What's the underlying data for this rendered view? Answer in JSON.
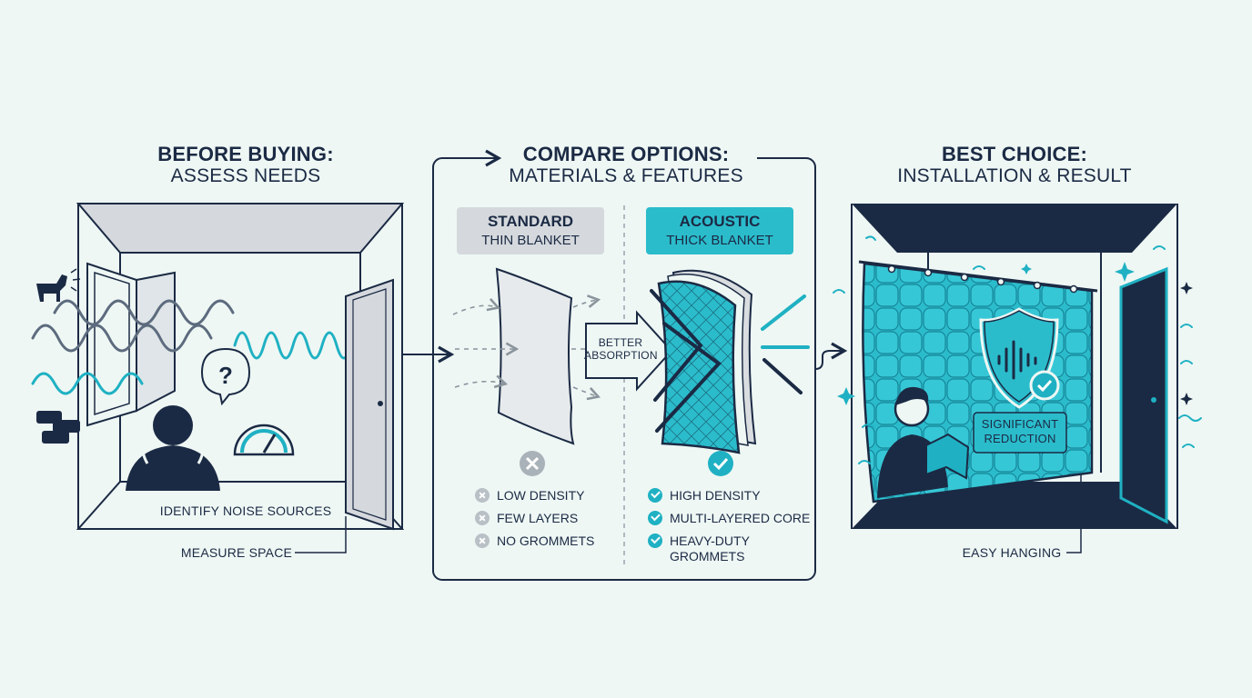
{
  "panels": {
    "before": {
      "title": "BEFORE BUYING:",
      "subtitle": "ASSESS NEEDS",
      "label_noise": "IDENTIFY NOISE SOURCES",
      "label_measure": "MEASURE SPACE"
    },
    "compare": {
      "title": "COMPARE OPTIONS:",
      "subtitle": "MATERIALS & FEATURES",
      "standard": {
        "name": "STANDARD",
        "desc": "THIN BLANKET",
        "features": [
          "LOW DENSITY",
          "FEW LAYERS",
          "NO GROMMETS"
        ]
      },
      "acoustic": {
        "name": "ACOUSTIC",
        "desc": "THICK BLANKET",
        "features": [
          "HIGH DENSITY",
          "MULTI-LAYERED CORE",
          "HEAVY-DUTY",
          "GROMMETS"
        ]
      },
      "arrow_label_line1": "BETTER",
      "arrow_label_line2": "ABSORPTION"
    },
    "best": {
      "title": "BEST CHOICE:",
      "subtitle": "INSTALLATION & RESULT",
      "badge_line1": "SIGNIFICANT",
      "badge_line2": "REDUCTION",
      "label_hanging": "EASY HANGING"
    }
  },
  "colors": {
    "navy": "#1b2a44",
    "teal": "#1fb1c3",
    "teal_light": "#2bc0cf",
    "grey": "#d5d9dd",
    "background": "#eef7f4"
  }
}
